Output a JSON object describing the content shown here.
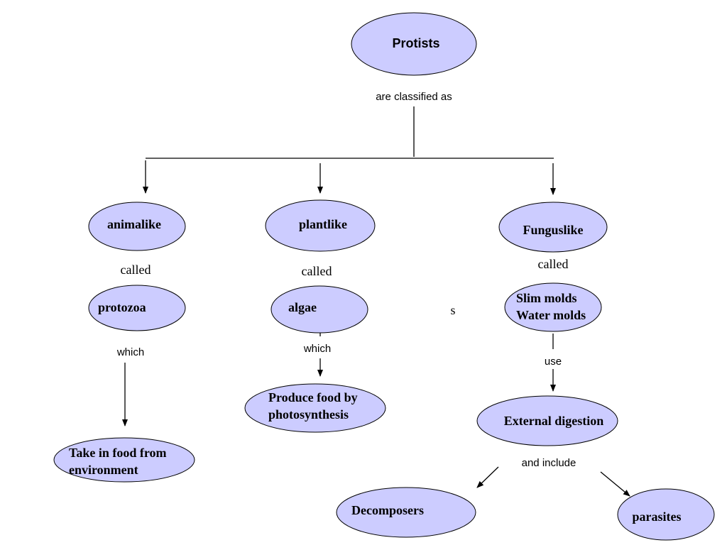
{
  "nodes": {
    "protists": [
      "Protists"
    ],
    "animalike": [
      "animalike"
    ],
    "plantlike": [
      "plantlike"
    ],
    "funguslike": [
      "Funguslike"
    ],
    "protozoa": [
      "protozoa"
    ],
    "algae": [
      "algae"
    ],
    "molds": [
      "Slim molds",
      "Water molds"
    ],
    "take_in_food": [
      "Take in food from",
      "environment"
    ],
    "produce_food": [
      "Produce food by",
      "photosynthesis"
    ],
    "external_digestion": [
      "External digestion"
    ],
    "decomposers": [
      "Decomposers"
    ],
    "parasites": [
      "parasites"
    ]
  },
  "links": {
    "are_classified_as": "are classified as",
    "called_1": "called",
    "called_2": "called",
    "called_3": "called",
    "which_1": "which",
    "which_2": "which",
    "use": "use",
    "and_include": "and include",
    "stray": "s"
  }
}
